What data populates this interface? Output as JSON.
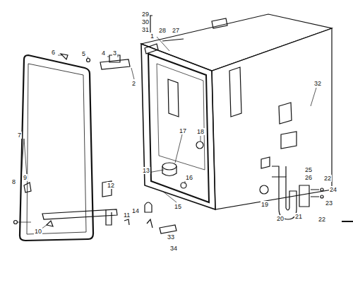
{
  "diagram": {
    "labels": [
      "29",
      "30",
      "31",
      "28",
      "27",
      "1",
      "6",
      "5",
      "4",
      "3",
      "2",
      "32",
      "7",
      "17",
      "18",
      "9",
      "8",
      "12",
      "13",
      "16",
      "26",
      "25",
      "22",
      "24",
      "15",
      "19",
      "20",
      "21",
      "23",
      "22",
      "10",
      "11",
      "14",
      "33",
      "34"
    ]
  }
}
